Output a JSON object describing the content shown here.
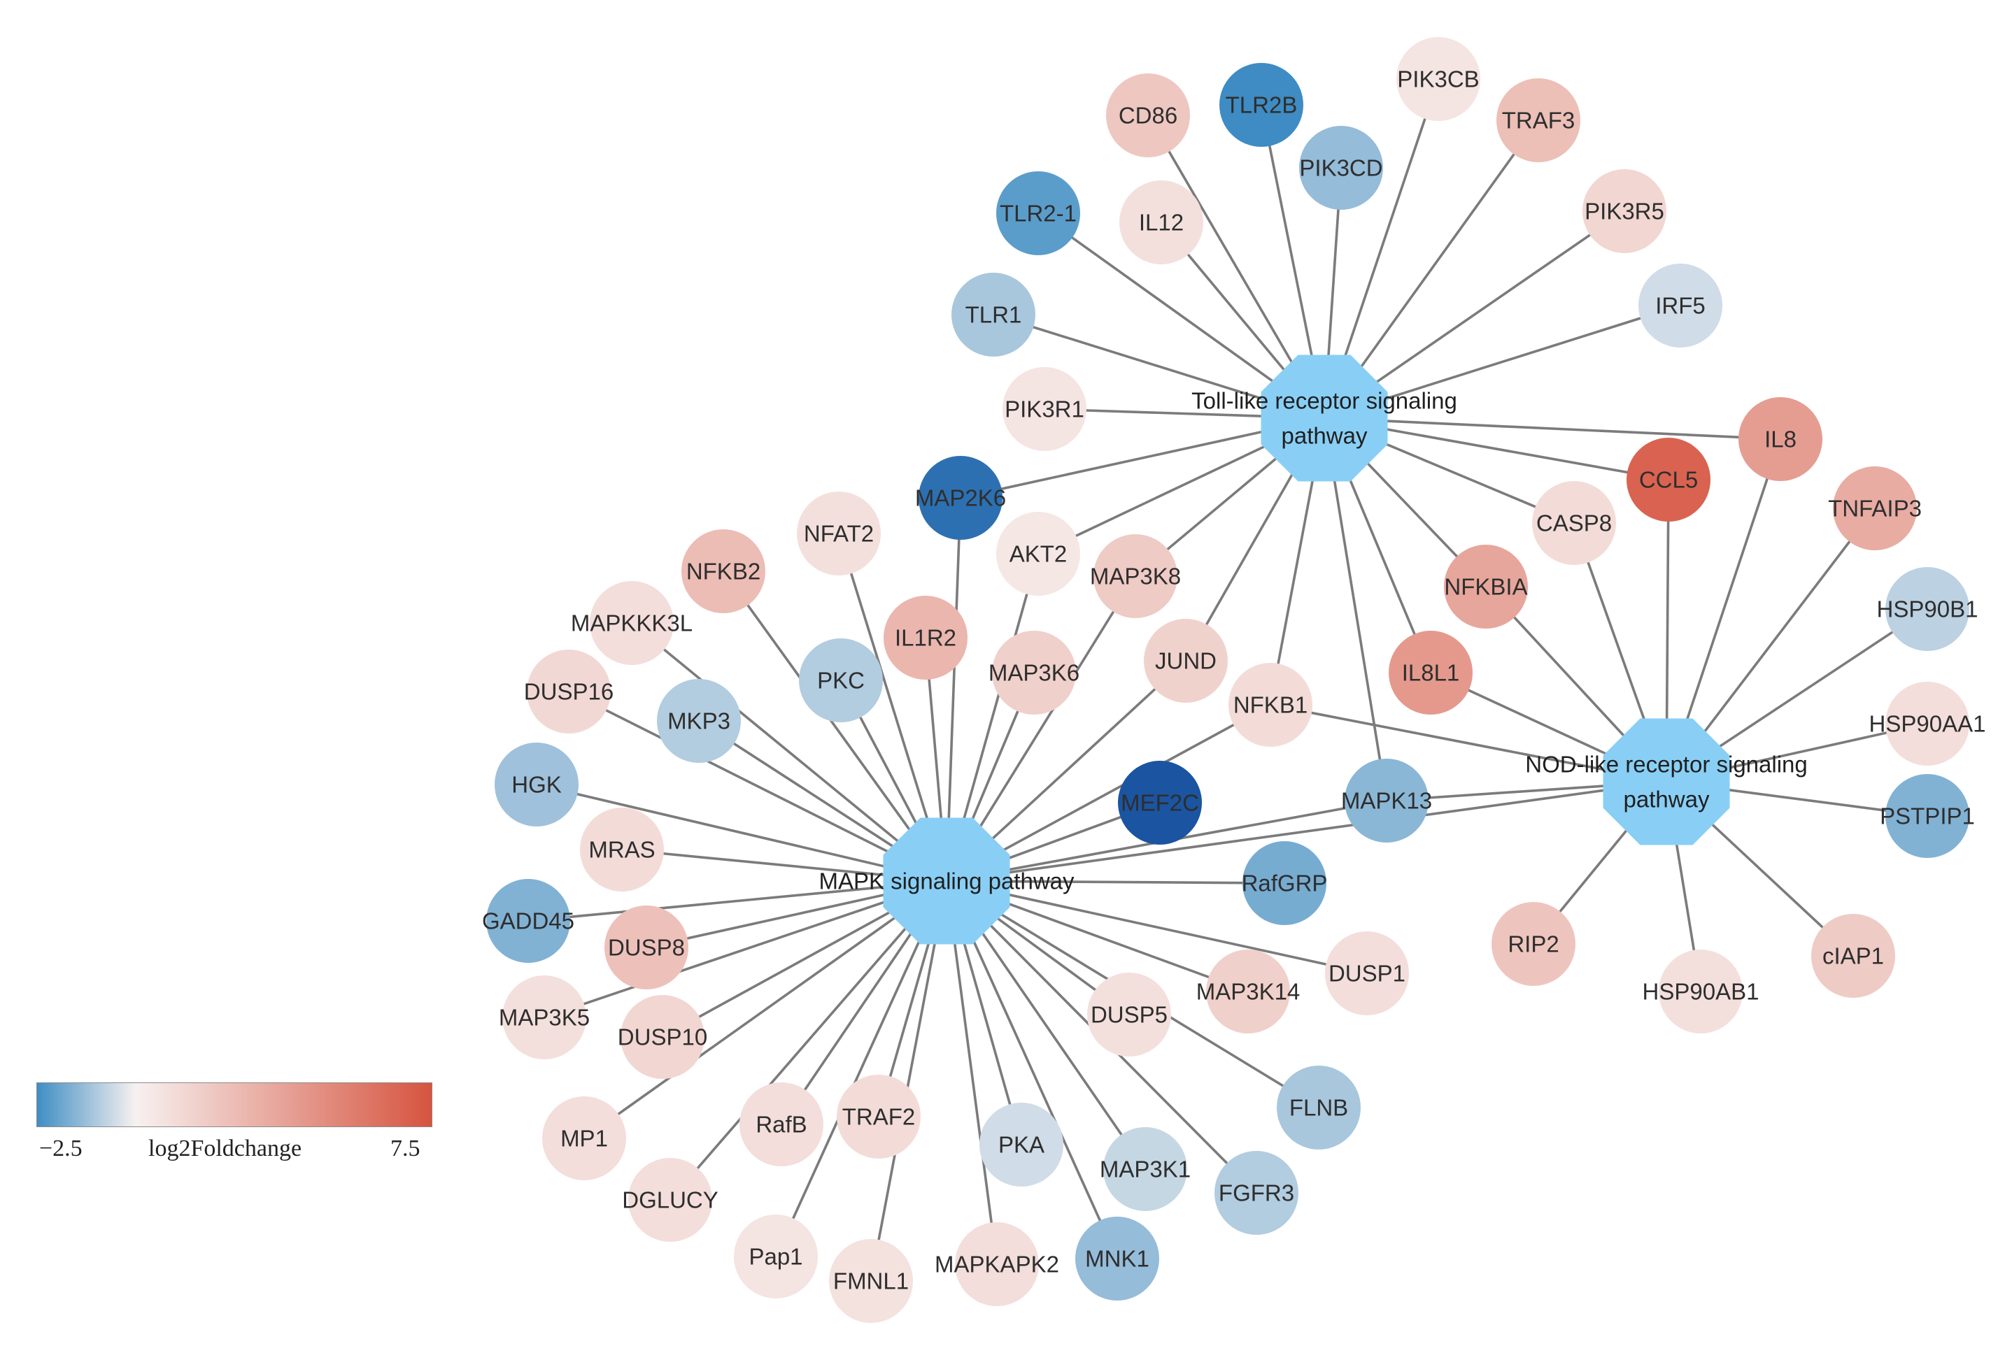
{
  "colors": {
    "hub_fill": "#89cff5",
    "edge": "#7b7b7b",
    "scale_low": "#3f8ec4",
    "scale_mid": "#f7f1f0",
    "scale_high": "#d6543f"
  },
  "legend": {
    "title": "log2Foldchange",
    "min_label": "−2.5",
    "max_label": "7.5",
    "min": -2.5,
    "mid": 0,
    "max": 7.5
  },
  "hubs": [
    {
      "id": "toll",
      "lines": [
        "Toll-like receptor signaling",
        "pathway"
      ]
    },
    {
      "id": "nod",
      "lines": [
        "NOD-like receptor signaling",
        "pathway"
      ]
    },
    {
      "id": "mapk",
      "lines": [
        "MAPK signaling pathway"
      ]
    }
  ],
  "genes": [
    {
      "name": "CD86",
      "value": 2.0,
      "pathways": [
        "toll"
      ]
    },
    {
      "name": "TLR2B",
      "value": -1.9,
      "pathways": [
        "toll"
      ]
    },
    {
      "name": "PIK3CB",
      "value": 0.6,
      "pathways": [
        "toll"
      ]
    },
    {
      "name": "TRAF3",
      "value": 2.4,
      "pathways": [
        "toll"
      ]
    },
    {
      "name": "PIK3CD",
      "value": -1.0,
      "pathways": [
        "toll"
      ]
    },
    {
      "name": "TLR2-1",
      "value": -1.6,
      "pathways": [
        "toll"
      ]
    },
    {
      "name": "IL12",
      "value": 0.8,
      "pathways": [
        "toll"
      ]
    },
    {
      "name": "PIK3R5",
      "value": 1.3,
      "pathways": [
        "toll"
      ]
    },
    {
      "name": "TLR1",
      "value": -0.8,
      "pathways": [
        "toll"
      ]
    },
    {
      "name": "IRF5",
      "value": -0.4,
      "pathways": [
        "toll"
      ]
    },
    {
      "name": "PIK3R1",
      "value": 0.6,
      "pathways": [
        "toll"
      ]
    },
    {
      "name": "IL8",
      "value": 4.0,
      "pathways": [
        "toll",
        "nod"
      ]
    },
    {
      "name": "CCL5",
      "value": 6.8,
      "pathways": [
        "toll",
        "nod"
      ]
    },
    {
      "name": "TNFAIP3",
      "value": 3.3,
      "pathways": [
        "nod"
      ]
    },
    {
      "name": "CASP8",
      "value": 1.0,
      "pathways": [
        "toll",
        "nod"
      ]
    },
    {
      "name": "MAP2K6",
      "value": -2.2,
      "pathways": [
        "toll",
        "mapk"
      ]
    },
    {
      "name": "NFAT2",
      "value": 0.8,
      "pathways": [
        "mapk"
      ]
    },
    {
      "name": "AKT2",
      "value": 0.5,
      "pathways": [
        "toll",
        "mapk"
      ]
    },
    {
      "name": "MAP3K8",
      "value": 1.8,
      "pathways": [
        "toll",
        "mapk"
      ]
    },
    {
      "name": "NFKB2",
      "value": 2.5,
      "pathways": [
        "mapk"
      ]
    },
    {
      "name": "NFKBIA",
      "value": 3.6,
      "pathways": [
        "toll",
        "nod"
      ]
    },
    {
      "name": "HSP90B1",
      "value": -0.6,
      "pathways": [
        "nod"
      ]
    },
    {
      "name": "MAPKKK3L",
      "value": 0.9,
      "pathways": [
        "mapk"
      ]
    },
    {
      "name": "IL1R2",
      "value": 2.8,
      "pathways": [
        "mapk"
      ]
    },
    {
      "name": "PKC",
      "value": -0.7,
      "pathways": [
        "mapk"
      ]
    },
    {
      "name": "MAP3K6",
      "value": 1.6,
      "pathways": [
        "mapk"
      ]
    },
    {
      "name": "JUND",
      "value": 1.5,
      "pathways": [
        "toll",
        "mapk"
      ]
    },
    {
      "name": "IL8L1",
      "value": 4.2,
      "pathways": [
        "toll",
        "nod"
      ]
    },
    {
      "name": "DUSP16",
      "value": 1.2,
      "pathways": [
        "mapk"
      ]
    },
    {
      "name": "HSP90AA1",
      "value": 0.9,
      "pathways": [
        "nod"
      ]
    },
    {
      "name": "MKP3",
      "value": -0.7,
      "pathways": [
        "mapk"
      ]
    },
    {
      "name": "NFKB1",
      "value": 1.0,
      "pathways": [
        "toll",
        "nod",
        "mapk"
      ]
    },
    {
      "name": "NOD-like receptor signaling",
      "value": null,
      "pathways": []
    },
    {
      "name": "HGK",
      "value": -0.9,
      "pathways": [
        "mapk"
      ]
    },
    {
      "name": "MEF2C",
      "value": -2.5,
      "pathways": [
        "mapk"
      ]
    },
    {
      "name": "MAPK13",
      "value": -1.1,
      "pathways": [
        "toll",
        "nod",
        "mapk"
      ]
    },
    {
      "name": "PSTPIP1",
      "value": -1.2,
      "pathways": [
        "nod"
      ]
    },
    {
      "name": "MRAS",
      "value": 1.0,
      "pathways": [
        "mapk"
      ]
    },
    {
      "name": "RafGRP",
      "value": -1.3,
      "pathways": [
        "mapk"
      ]
    },
    {
      "name": "GADD45",
      "value": -1.2,
      "pathways": [
        "mapk"
      ]
    },
    {
      "name": "DUSP8",
      "value": 2.3,
      "pathways": [
        "mapk"
      ]
    },
    {
      "name": "RIP2",
      "value": 2.1,
      "pathways": [
        "nod"
      ]
    },
    {
      "name": "cIAP1",
      "value": 1.8,
      "pathways": [
        "nod"
      ]
    },
    {
      "name": "DUSP1",
      "value": 0.9,
      "pathways": [
        "mapk"
      ]
    },
    {
      "name": "MAP3K14",
      "value": 1.6,
      "pathways": [
        "mapk"
      ]
    },
    {
      "name": "MAP3K5",
      "value": 0.8,
      "pathways": [
        "mapk"
      ]
    },
    {
      "name": "DUSP10",
      "value": 1.3,
      "pathways": [
        "mapk"
      ]
    },
    {
      "name": "DUSP5",
      "value": 0.8,
      "pathways": [
        "mapk"
      ]
    },
    {
      "name": "HSP90AB1",
      "value": 0.8,
      "pathways": [
        "nod"
      ]
    },
    {
      "name": "FLNB",
      "value": -0.8,
      "pathways": [
        "mapk"
      ]
    },
    {
      "name": "MP1",
      "value": 0.9,
      "pathways": [
        "mapk"
      ]
    },
    {
      "name": "RafB",
      "value": 0.9,
      "pathways": [
        "mapk"
      ]
    },
    {
      "name": "TRAF2",
      "value": 1.0,
      "pathways": [
        "mapk"
      ]
    },
    {
      "name": "PKA",
      "value": -0.4,
      "pathways": [
        "mapk"
      ]
    },
    {
      "name": "MAP3K1",
      "value": -0.5,
      "pathways": [
        "mapk"
      ]
    },
    {
      "name": "FGFR3",
      "value": -0.7,
      "pathways": [
        "mapk"
      ]
    },
    {
      "name": "DGLUCY",
      "value": 0.9,
      "pathways": [
        "mapk"
      ]
    },
    {
      "name": "Pap1",
      "value": 0.6,
      "pathways": [
        "mapk"
      ]
    },
    {
      "name": "FMNL1",
      "value": 0.7,
      "pathways": [
        "mapk"
      ]
    },
    {
      "name": "MAPKAPK2",
      "value": 0.9,
      "pathways": [
        "mapk"
      ]
    },
    {
      "name": "MNK1",
      "value": -1.0,
      "pathways": [
        "mapk"
      ]
    }
  ]
}
